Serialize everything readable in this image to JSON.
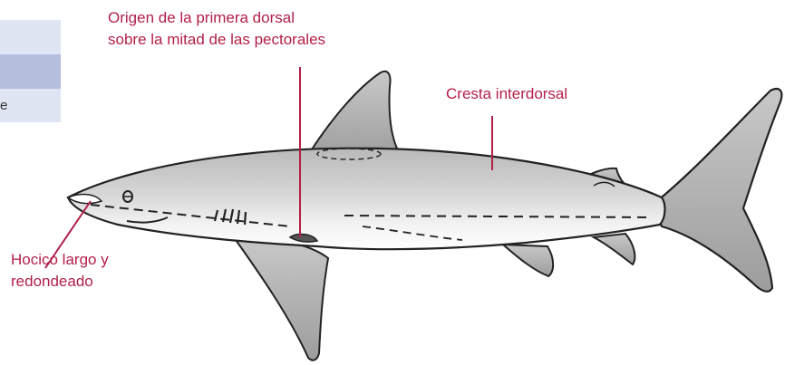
{
  "sidebar": {
    "partial_text": "e"
  },
  "labels": {
    "origin_line1": "Origen de la primera dorsal",
    "origin_line2": "sobre la mitad de las pectorales",
    "crest": "Cresta interdorsal",
    "snout_line1": "Hocico largo y",
    "snout_line2": "redondeado"
  },
  "colors": {
    "label_red": "#b21f47",
    "strip_light": "#dfe5f2",
    "strip_dark": "#b3bfdd",
    "shark_fill": "#cfcfcf",
    "outline": "#222222"
  }
}
